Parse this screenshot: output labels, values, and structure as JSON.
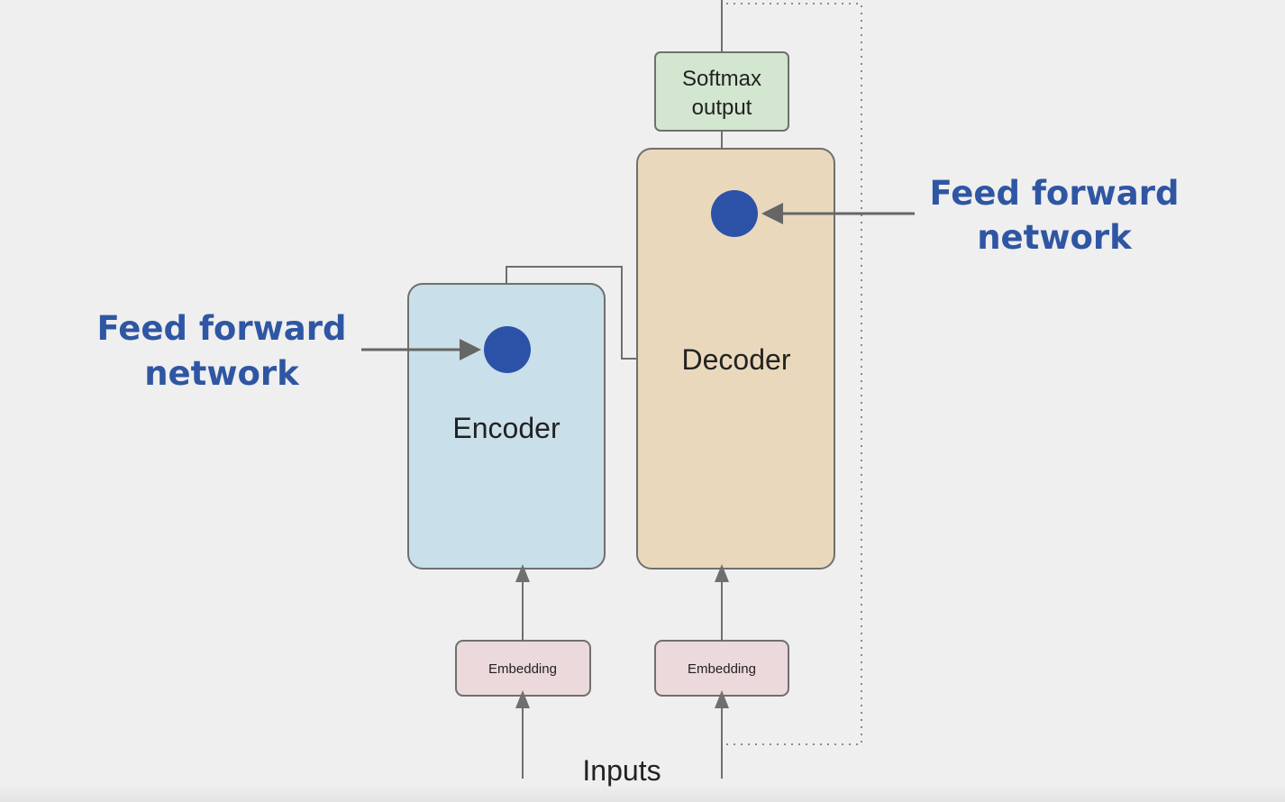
{
  "diagram": {
    "softmax": {
      "line1": "Softmax",
      "line2": "output"
    },
    "encoder": {
      "label": "Encoder"
    },
    "decoder": {
      "label": "Decoder"
    },
    "embedding_encoder": {
      "label": "Embedding"
    },
    "embedding_decoder": {
      "label": "Embedding"
    },
    "inputs": {
      "label": "Inputs"
    },
    "annotation_left": {
      "line1": "Feed forward",
      "line2": "network"
    },
    "annotation_right": {
      "line1": "Feed forward",
      "line2": "network"
    }
  },
  "colors": {
    "background": "#efefef",
    "encoder_fill": "#c9dfe9",
    "decoder_fill": "#ead8bd",
    "softmax_fill": "#d2e6d0",
    "embedding_fill": "#ecd9dc",
    "node_fill": "#2c52a8",
    "annotation_text": "#2f56a3",
    "stroke": "#6f6f6f"
  }
}
